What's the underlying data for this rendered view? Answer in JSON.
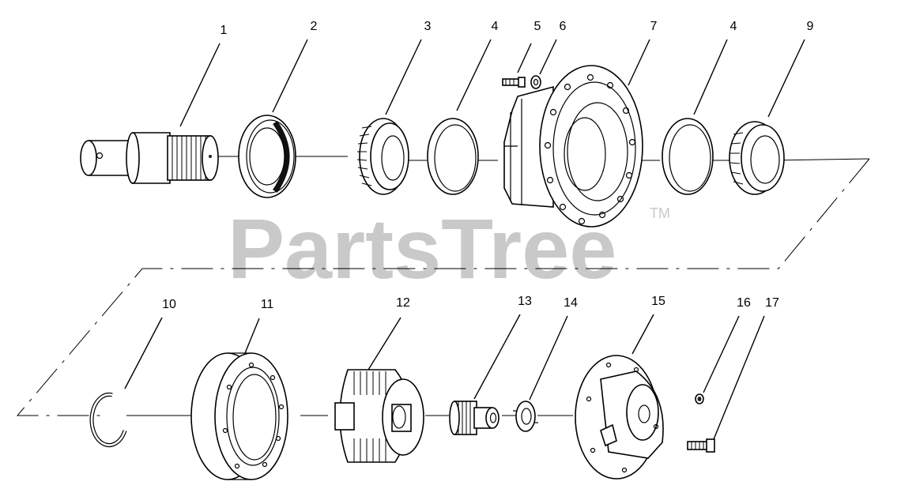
{
  "watermark": {
    "text": "PartsTree",
    "trademark": "TM"
  },
  "callouts": [
    {
      "id": "c1",
      "label": "1"
    },
    {
      "id": "c2",
      "label": "2"
    },
    {
      "id": "c3",
      "label": "3"
    },
    {
      "id": "c4a",
      "label": "4"
    },
    {
      "id": "c5",
      "label": "5"
    },
    {
      "id": "c6",
      "label": "6"
    },
    {
      "id": "c7",
      "label": "7"
    },
    {
      "id": "c4b",
      "label": "4"
    },
    {
      "id": "c9",
      "label": "9"
    },
    {
      "id": "c10",
      "label": "10"
    },
    {
      "id": "c11",
      "label": "11"
    },
    {
      "id": "c12",
      "label": "12"
    },
    {
      "id": "c13",
      "label": "13"
    },
    {
      "id": "c14",
      "label": "14"
    },
    {
      "id": "c15",
      "label": "15"
    },
    {
      "id": "c16",
      "label": "16"
    },
    {
      "id": "c17",
      "label": "17"
    }
  ]
}
